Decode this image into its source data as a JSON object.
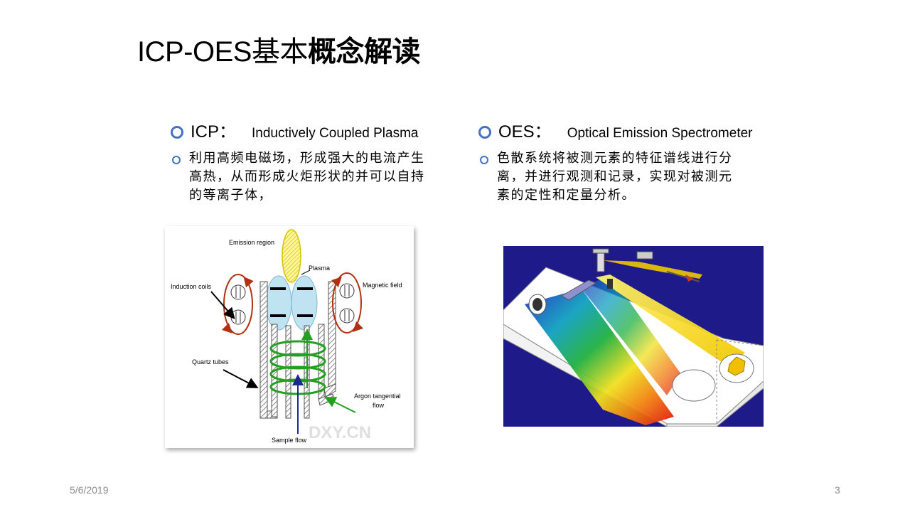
{
  "slide": {
    "title_light": "ICP-OES基本",
    "title_bold": "概念解读"
  },
  "icp": {
    "key": "ICP：",
    "full": "Inductively Coupled Plasma",
    "desc": "利用高频电磁场，形成强大的电流产生高热，从而形成火炬形状的并可以自持的等离子体，"
  },
  "oes": {
    "key": "OES：",
    "full": "Optical Emission Spectrometer",
    "desc": "色散系统将被测元素的特征谱线进行分离，并进行观测和记录，实现对被测元素的定性和定量分析。"
  },
  "icp_figure": {
    "labels": {
      "emission_region": "Emission region",
      "plasma": "Plasma",
      "induction_coils": "Induction coils",
      "magnetic_field": "Magnetic field",
      "quartz_tubes": "Quartz tubes",
      "argon_line1": "Argon tangential",
      "argon_line2": "flow",
      "sample_flow": "Sample flow",
      "watermark": "DXY.CN"
    }
  },
  "footer": {
    "date": "5/6/2019",
    "page": "3"
  },
  "colors": {
    "bullet": "#4472c4",
    "spectrometer_bg": "#1f1a8a"
  }
}
